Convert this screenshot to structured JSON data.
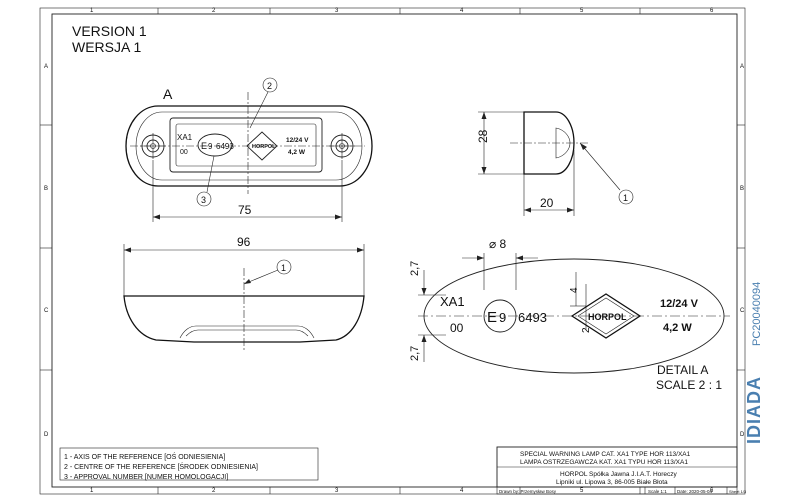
{
  "title_block": {
    "version_en": "VERSION 1",
    "version_pl": "WERSJA 1",
    "title_line1": "SPECIAL WARNING LAMP CAT. XA1 TYPE HOR 113/XA1",
    "title_line2": "LAMPA OSTRZEGAWCZA KAT. XA1 TYPU HOR 113/XA1",
    "company_line1": "HORPOL Spółka Jawna   J.I.A.T. Horeczy",
    "company_line2": "Lipniki ul. Lipowa 3, 86-005 Białe Błota",
    "drawn_by": "Drawn by:  Przemysław Bosy",
    "scale": "Scale 1:1",
    "date": "Date: 2020-05-04",
    "sheet": "Sheet 1/3"
  },
  "legend": [
    "1 - AXIS OF THE REFERENCE [OŚ ODNIESIENIA]",
    "2 - CENTRE OF THE REFERENCE [ŚRODEK ODNIESIENIA]",
    "3 - APPROVAL NUMBER [NUMER HOMOLOGACJI]"
  ],
  "grid": {
    "columns": [
      "1",
      "2",
      "3",
      "4",
      "5",
      "6"
    ],
    "rows": [
      "A",
      "B",
      "C",
      "D"
    ]
  },
  "views": {
    "front": {
      "view_label": "A",
      "marking_code": "XA1",
      "marking_sub": "00",
      "approval_e": "E",
      "approval_num": "9",
      "approval_code": "6493",
      "brand": "HORPOL",
      "voltage": "12/24 V",
      "power": "4,2 W",
      "width_dim": "75",
      "callout_2": "2",
      "callout_3": "3"
    },
    "side": {
      "height_dim": "28",
      "depth_dim": "20",
      "callout_1": "1"
    },
    "bottom": {
      "width_dim": "96",
      "callout_1": "1"
    },
    "detail": {
      "diameter_dim": "⌀ 8",
      "dim_left_top": "2,7",
      "dim_left_bottom": "2,7",
      "dim_small": "4",
      "dim_small_2": "2",
      "marking_code": "XA1",
      "marking_sub": "00",
      "approval_e": "E",
      "approval_num": "9",
      "approval_code": "6493",
      "brand": "HORPOL",
      "voltage": "12/24 V",
      "power": "4,2 W",
      "label": "DETAIL A",
      "scale": "SCALE 2 : 1"
    }
  },
  "watermark": {
    "logo_text": "IDIADA",
    "code": "PC20040094"
  }
}
